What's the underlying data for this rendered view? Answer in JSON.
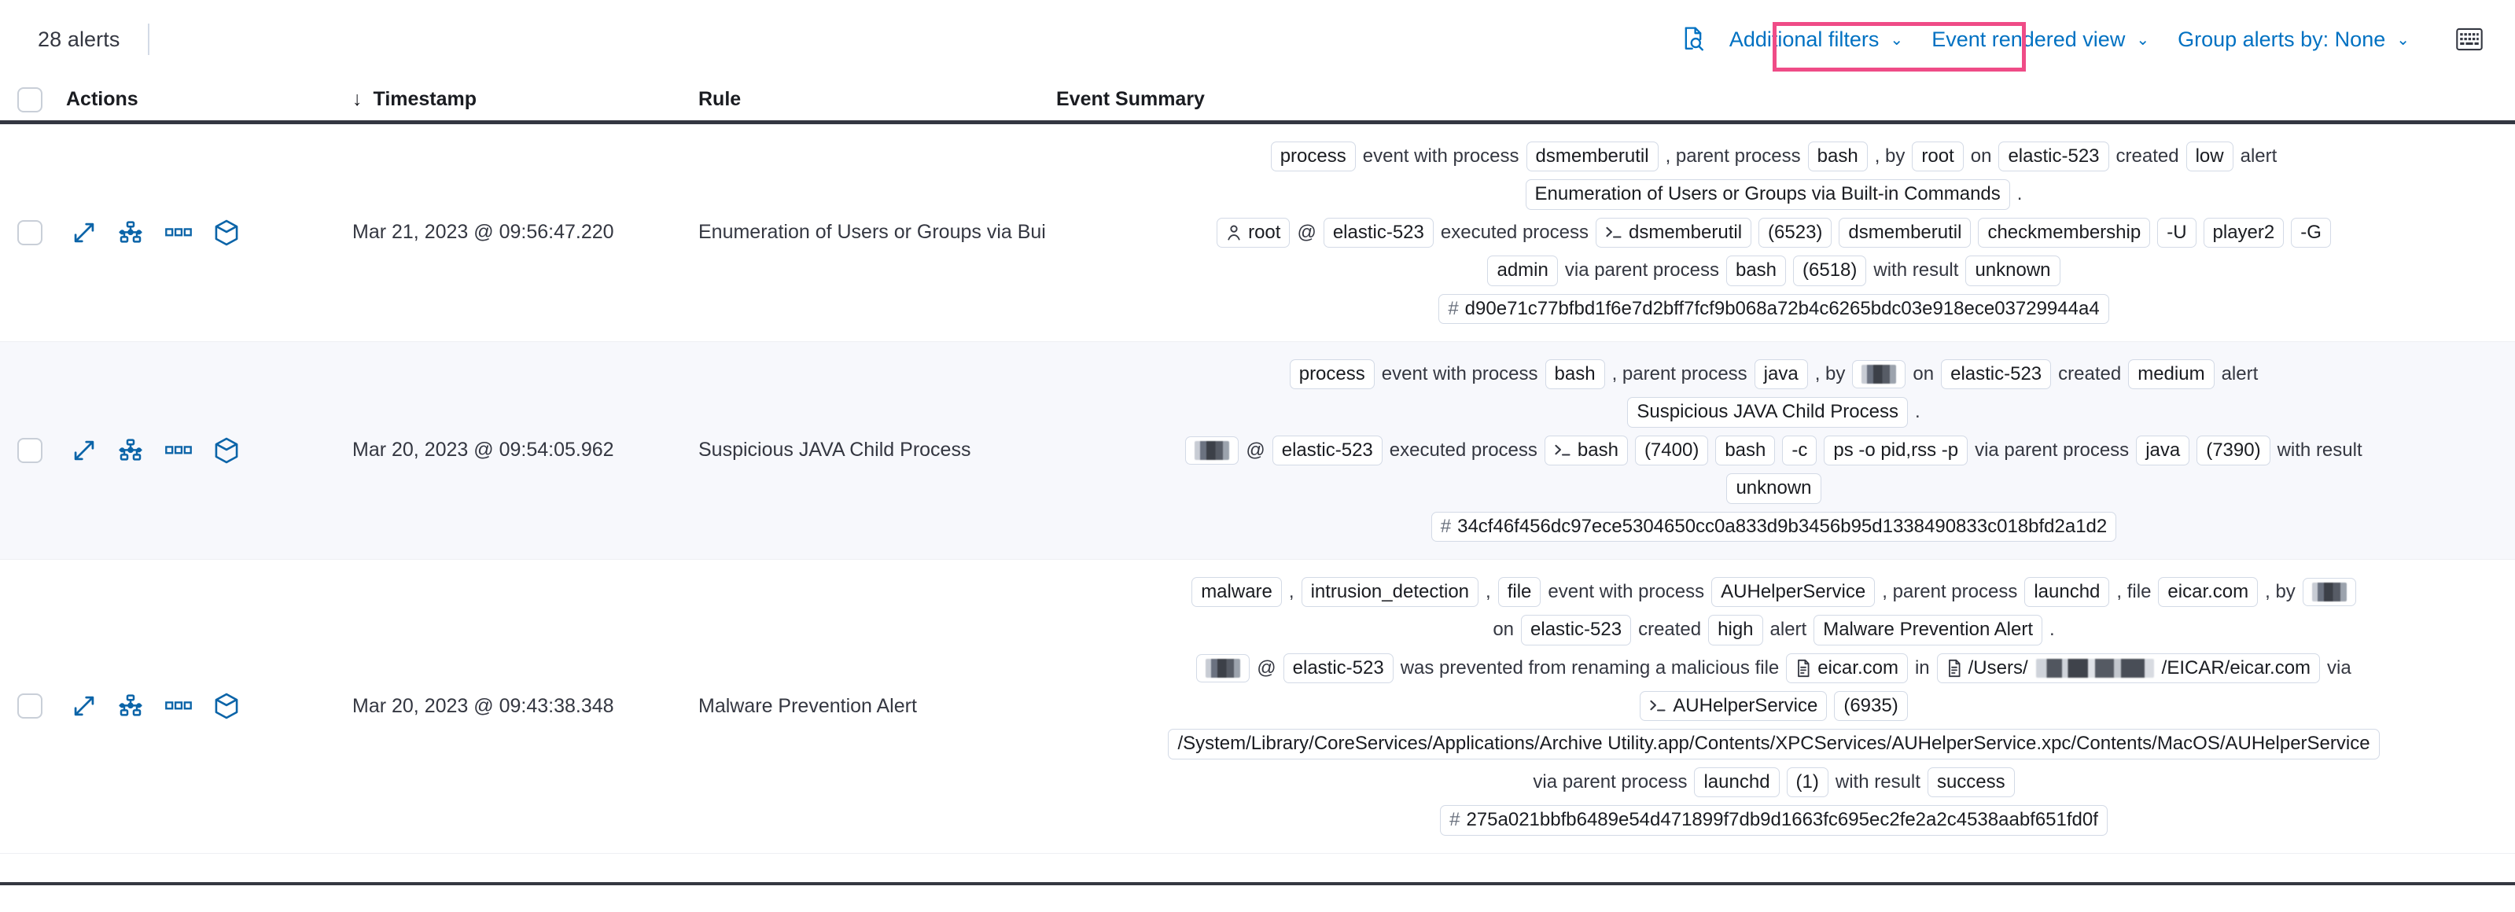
{
  "toolbar": {
    "alerts_count": "28 alerts",
    "inspect_icon": "document-search-icon",
    "additional_filters": "Additional filters",
    "event_rendered_view": "Event rendered view",
    "group_alerts_by": "Group alerts by: None",
    "keyboard_icon": "keyboard-icon",
    "caret": "⌄",
    "highlight_color": "#ef4c87",
    "link_color": "#0071c2"
  },
  "table": {
    "headers": {
      "select_all": "select-all-checkbox",
      "actions": "Actions",
      "timestamp": "Timestamp",
      "timestamp_sort": "↓",
      "rule": "Rule",
      "event_summary": "Event Summary"
    },
    "row_actions": [
      "expand-icon",
      "analyzer-icon",
      "more-actions-icon",
      "session-view-icon"
    ],
    "rows": [
      {
        "timestamp": "Mar 21, 2023 @ 09:56:47.220",
        "rule": "Enumeration of Users or Groups via Bui",
        "severity": "low",
        "summary_lines": [
          [
            {
              "t": "chip",
              "v": "process"
            },
            {
              "t": "text",
              "v": "event with process"
            },
            {
              "t": "chip",
              "v": "dsmemberutil"
            },
            {
              "t": "text",
              "v": ", parent process"
            },
            {
              "t": "chip",
              "v": "bash"
            },
            {
              "t": "text",
              "v": ", by"
            },
            {
              "t": "chip",
              "v": "root"
            },
            {
              "t": "text",
              "v": "on"
            },
            {
              "t": "chip",
              "v": "elastic-523"
            },
            {
              "t": "text",
              "v": "created"
            },
            {
              "t": "chip",
              "v": "low"
            },
            {
              "t": "text",
              "v": "alert"
            }
          ],
          [
            {
              "t": "chip",
              "v": "Enumeration of Users or Groups via Built-in Commands"
            },
            {
              "t": "text",
              "v": "."
            }
          ],
          [
            {
              "t": "chip",
              "v": "root",
              "icon": "user-icon"
            },
            {
              "t": "text",
              "v": "@"
            },
            {
              "t": "chip",
              "v": "elastic-523"
            },
            {
              "t": "text",
              "v": "executed process"
            },
            {
              "t": "chip",
              "v": "dsmemberutil",
              "icon": "console-icon"
            },
            {
              "t": "chip",
              "v": "(6523)"
            },
            {
              "t": "chip",
              "v": "dsmemberutil"
            },
            {
              "t": "chip",
              "v": "checkmembership"
            },
            {
              "t": "chip",
              "v": "-U"
            },
            {
              "t": "chip",
              "v": "player2"
            },
            {
              "t": "chip",
              "v": "-G"
            }
          ],
          [
            {
              "t": "chip",
              "v": "admin"
            },
            {
              "t": "text",
              "v": "via parent process"
            },
            {
              "t": "chip",
              "v": "bash"
            },
            {
              "t": "chip",
              "v": "(6518)"
            },
            {
              "t": "text",
              "v": "with result"
            },
            {
              "t": "chip",
              "v": "unknown"
            }
          ],
          [
            {
              "t": "hash",
              "v": "d90e71c77bfbd1f6e7d2bff7fcf9b068a72b4c6265bdc03e918ece03729944a4"
            }
          ]
        ]
      },
      {
        "timestamp": "Mar 20, 2023 @ 09:54:05.962",
        "rule": "Suspicious JAVA Child Process",
        "severity": "medium",
        "summary_lines": [
          [
            {
              "t": "chip",
              "v": "process"
            },
            {
              "t": "text",
              "v": "event with process"
            },
            {
              "t": "chip",
              "v": "bash"
            },
            {
              "t": "text",
              "v": ", parent process"
            },
            {
              "t": "chip",
              "v": "java"
            },
            {
              "t": "text",
              "v": ", by"
            },
            {
              "t": "chip-redacted",
              "v": ""
            },
            {
              "t": "text",
              "v": "on"
            },
            {
              "t": "chip",
              "v": "elastic-523"
            },
            {
              "t": "text",
              "v": "created"
            },
            {
              "t": "chip",
              "v": "medium"
            },
            {
              "t": "text",
              "v": "alert"
            }
          ],
          [
            {
              "t": "chip",
              "v": "Suspicious JAVA Child Process"
            },
            {
              "t": "text",
              "v": "."
            }
          ],
          [
            {
              "t": "chip-redacted",
              "v": ""
            },
            {
              "t": "text",
              "v": "@"
            },
            {
              "t": "chip",
              "v": "elastic-523"
            },
            {
              "t": "text",
              "v": "executed process"
            },
            {
              "t": "chip",
              "v": "bash",
              "icon": "console-icon"
            },
            {
              "t": "chip",
              "v": "(7400)"
            },
            {
              "t": "chip",
              "v": "bash"
            },
            {
              "t": "chip",
              "v": "-c"
            },
            {
              "t": "chip",
              "v": "ps -o pid,rss -p"
            },
            {
              "t": "text",
              "v": "via parent process"
            },
            {
              "t": "chip",
              "v": "java"
            },
            {
              "t": "chip",
              "v": "(7390)"
            },
            {
              "t": "text",
              "v": "with result"
            }
          ],
          [
            {
              "t": "chip",
              "v": "unknown"
            }
          ],
          [
            {
              "t": "hash",
              "v": "34cf46f456dc97ece5304650cc0a833d9b3456b95d1338490833c018bfd2a1d2"
            }
          ]
        ]
      },
      {
        "timestamp": "Mar 20, 2023 @ 09:43:38.348",
        "rule": "Malware Prevention Alert",
        "severity": "high",
        "summary_lines": [
          [
            {
              "t": "chip",
              "v": "malware"
            },
            {
              "t": "text",
              "v": ","
            },
            {
              "t": "chip",
              "v": "intrusion_detection"
            },
            {
              "t": "text",
              "v": ","
            },
            {
              "t": "chip",
              "v": "file"
            },
            {
              "t": "text",
              "v": "event with process"
            },
            {
              "t": "chip",
              "v": "AUHelperService"
            },
            {
              "t": "text",
              "v": ", parent process"
            },
            {
              "t": "chip",
              "v": "launchd"
            },
            {
              "t": "text",
              "v": ", file"
            },
            {
              "t": "chip",
              "v": "eicar.com"
            },
            {
              "t": "text",
              "v": ", by"
            },
            {
              "t": "chip-redacted",
              "v": ""
            }
          ],
          [
            {
              "t": "text",
              "v": "on"
            },
            {
              "t": "chip",
              "v": "elastic-523"
            },
            {
              "t": "text",
              "v": "created"
            },
            {
              "t": "chip",
              "v": "high"
            },
            {
              "t": "text",
              "v": "alert"
            },
            {
              "t": "chip",
              "v": "Malware Prevention Alert"
            },
            {
              "t": "text",
              "v": "."
            }
          ],
          [
            {
              "t": "chip-redacted",
              "v": ""
            },
            {
              "t": "text",
              "v": "@"
            },
            {
              "t": "chip",
              "v": "elastic-523"
            },
            {
              "t": "text",
              "v": "was prevented from renaming a malicious file"
            },
            {
              "t": "chip",
              "v": "eicar.com",
              "icon": "file-icon"
            },
            {
              "t": "text",
              "v": "in"
            },
            {
              "t": "chip-path",
              "pre": "/Users/",
              "post": "/EICAR/eicar.com",
              "icon": "file-icon"
            },
            {
              "t": "text",
              "v": "via"
            }
          ],
          [
            {
              "t": "chip",
              "v": "AUHelperService",
              "icon": "console-icon"
            },
            {
              "t": "chip",
              "v": "(6935)"
            }
          ],
          [
            {
              "t": "chip",
              "v": "/System/Library/CoreServices/Applications/Archive Utility.app/Contents/XPCServices/AUHelperService.xpc/Contents/MacOS/AUHelperService"
            }
          ],
          [
            {
              "t": "text",
              "v": "via parent process"
            },
            {
              "t": "chip",
              "v": "launchd"
            },
            {
              "t": "chip",
              "v": "(1)"
            },
            {
              "t": "text",
              "v": "with result"
            },
            {
              "t": "chip",
              "v": "success"
            }
          ],
          [
            {
              "t": "hash",
              "v": "275a021bbfb6489e54d471899f7db9d1663fc695ec2fe2a2c4538aabf651fd0f"
            }
          ]
        ]
      }
    ]
  }
}
